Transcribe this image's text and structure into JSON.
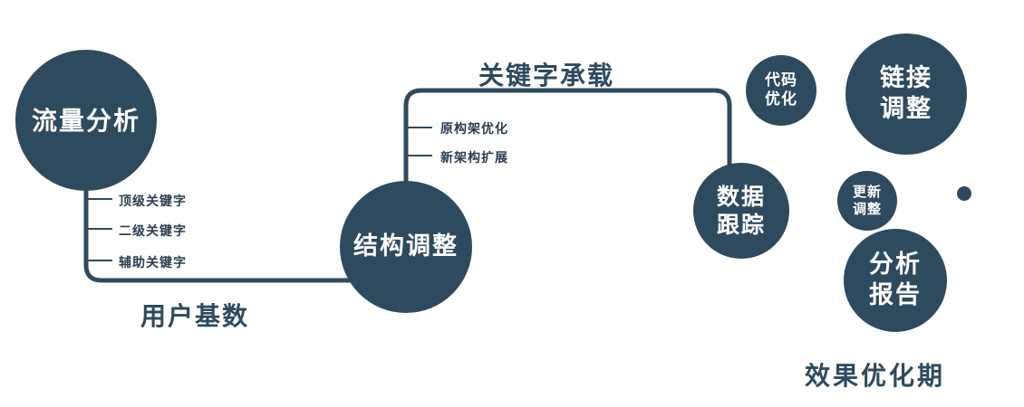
{
  "colors": {
    "node_fill": "#2e4a5e",
    "node_text": "#ffffff",
    "label_text": "#2e4a5e",
    "tick_text": "#2c3e50",
    "background": "#ffffff"
  },
  "nodes": {
    "traffic": {
      "label": "流量分析"
    },
    "structure": {
      "label": "结构调整"
    },
    "data_tracking": {
      "lines": [
        "数据",
        "跟踪"
      ]
    },
    "code_optimization": {
      "lines": [
        "代码",
        "优化"
      ]
    },
    "link_adjustment": {
      "lines": [
        "链接",
        "调整"
      ]
    },
    "update_adjustment": {
      "lines": [
        "更新",
        "调整"
      ]
    },
    "analysis_report": {
      "lines": [
        "分析",
        "报告"
      ]
    }
  },
  "edges": {
    "user_base_label": "用户基数",
    "keyword_carry_label": "关键字承载"
  },
  "ticks_left": [
    "顶级关键字",
    "二级关键字",
    "辅助关键字"
  ],
  "ticks_mid": [
    "原构架优化",
    "新架构扩展"
  ],
  "footer": "效果优化期"
}
